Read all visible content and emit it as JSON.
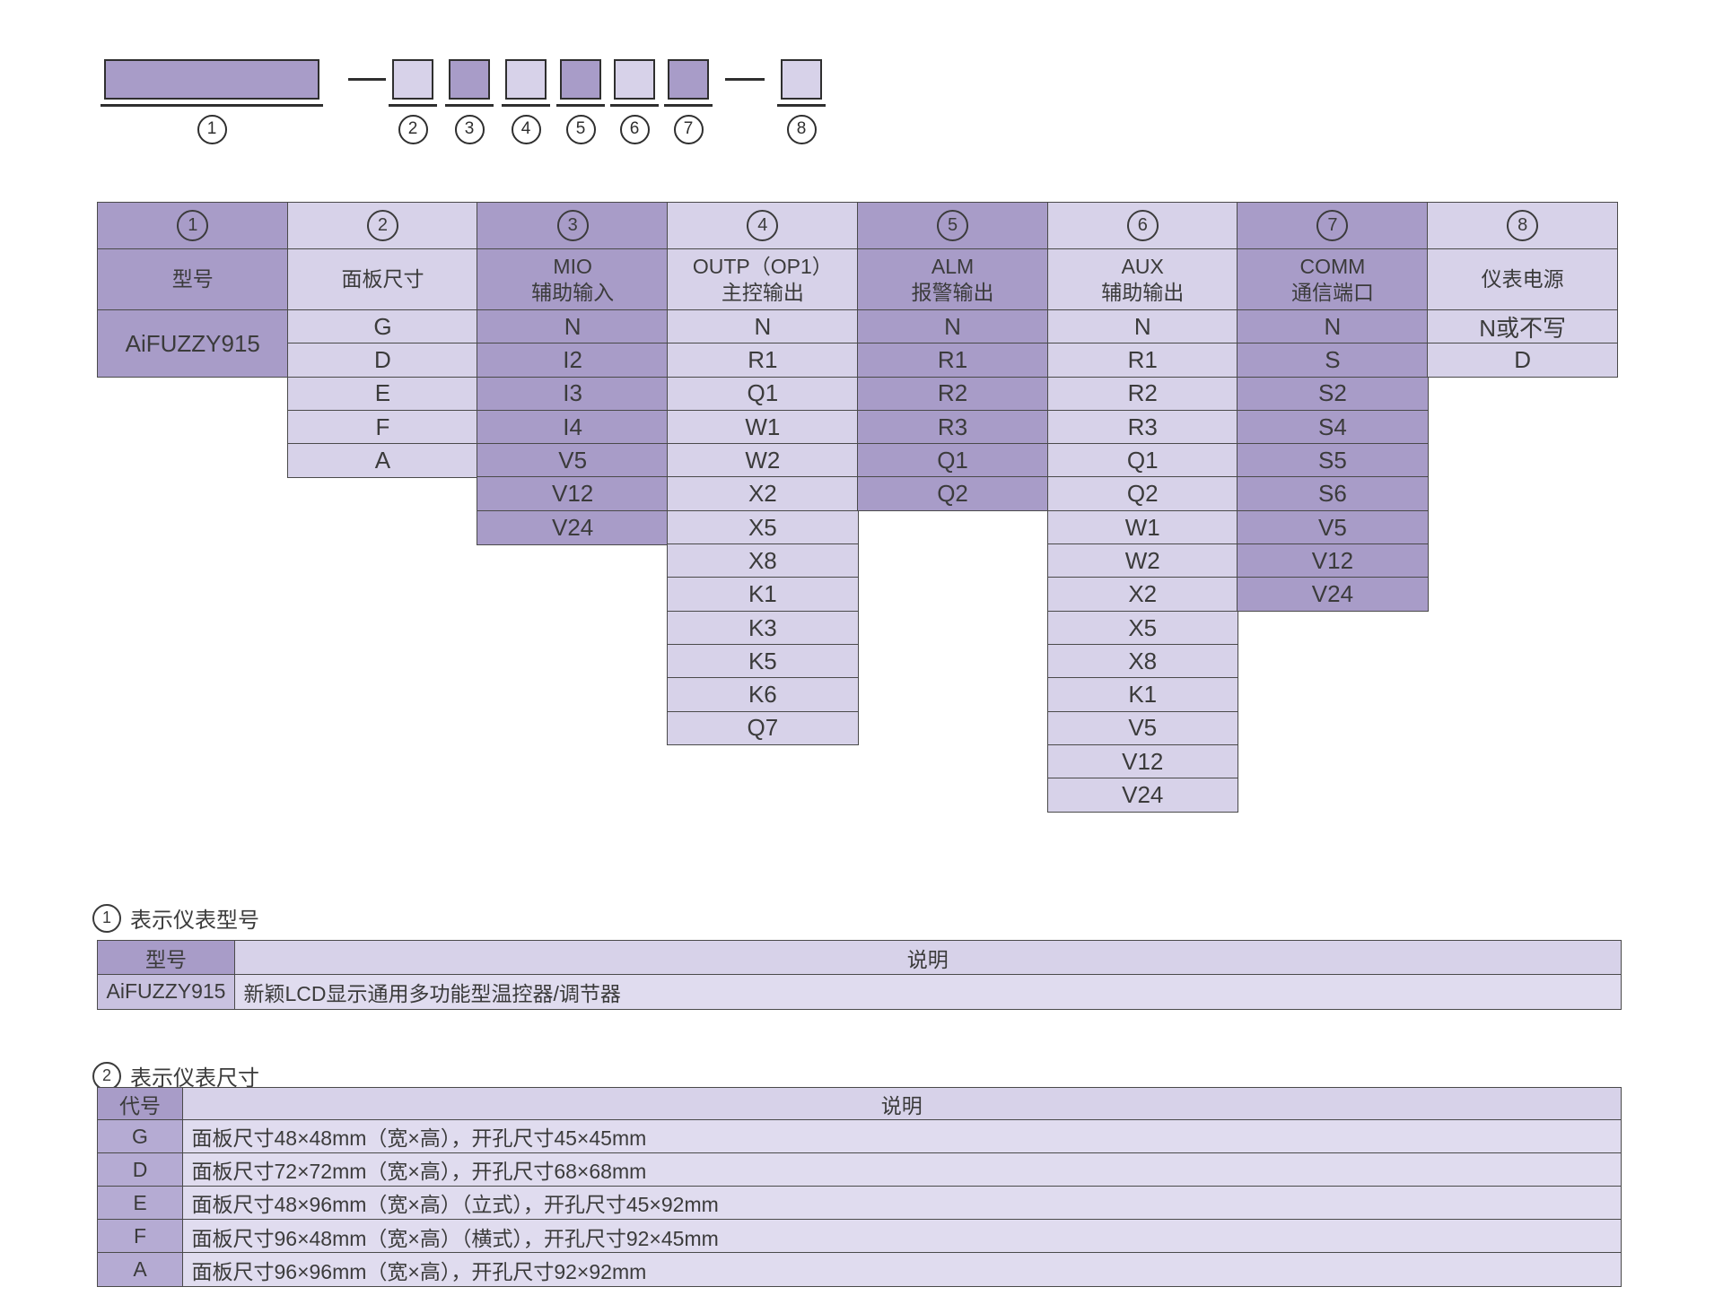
{
  "colors": {
    "dark": "#a89cc8",
    "light": "#d7d2e9",
    "mid": "#b5abd3",
    "mid2": "#c9c2e0",
    "xlight": "#e0dcef",
    "border": "#4a4a4a",
    "text": "#3b3b3b"
  },
  "top_diagram": {
    "boxes": [
      {
        "number": "1",
        "shade": "dark",
        "size": "big"
      },
      {
        "number": "2",
        "shade": "light",
        "size": "small"
      },
      {
        "number": "3",
        "shade": "dark",
        "size": "small"
      },
      {
        "number": "4",
        "shade": "light",
        "size": "small"
      },
      {
        "number": "5",
        "shade": "dark",
        "size": "small"
      },
      {
        "number": "6",
        "shade": "light",
        "size": "small"
      },
      {
        "number": "7",
        "shade": "dark",
        "size": "small"
      },
      {
        "number": "8",
        "shade": "light",
        "size": "small"
      }
    ]
  },
  "main_table": {
    "columns": [
      {
        "number": "1",
        "title_lines": [
          "型号"
        ],
        "shade": "dark",
        "values": [
          "AiFUZZY915"
        ],
        "value_rowspan": 2
      },
      {
        "number": "2",
        "title_lines": [
          "面板尺寸"
        ],
        "shade": "light",
        "values": [
          "G",
          "D",
          "E",
          "F",
          "A"
        ]
      },
      {
        "number": "3",
        "title_lines": [
          "MIO",
          "辅助输入"
        ],
        "shade": "dark",
        "values": [
          "N",
          "I2",
          "I3",
          "I4",
          "V5",
          "V12",
          "V24"
        ]
      },
      {
        "number": "4",
        "title_lines": [
          "OUTP（OP1）",
          "主控输出"
        ],
        "shade": "light",
        "values": [
          "N",
          "R1",
          "Q1",
          "W1",
          "W2",
          "X2",
          "X5",
          "X8",
          "K1",
          "K3",
          "K5",
          "K6",
          "Q7"
        ]
      },
      {
        "number": "5",
        "title_lines": [
          "ALM",
          "报警输出"
        ],
        "shade": "dark",
        "values": [
          "N",
          "R1",
          "R2",
          "R3",
          "Q1",
          "Q2"
        ]
      },
      {
        "number": "6",
        "title_lines": [
          "AUX",
          "辅助输出"
        ],
        "shade": "light",
        "values": [
          "N",
          "R1",
          "R2",
          "R3",
          "Q1",
          "Q2",
          "W1",
          "W2",
          "X2",
          "X5",
          "X8",
          "K1",
          "V5",
          "V12",
          "V24"
        ]
      },
      {
        "number": "7",
        "title_lines": [
          "COMM",
          "通信端口"
        ],
        "shade": "dark",
        "values": [
          "N",
          "S",
          "S2",
          "S4",
          "S5",
          "S6",
          "V5",
          "V12",
          "V24"
        ]
      },
      {
        "number": "8",
        "title_lines": [
          "仪表电源"
        ],
        "shade": "light",
        "values": [
          "N或不写",
          "D"
        ]
      }
    ]
  },
  "sections": [
    {
      "number": "1",
      "heading": "表示仪表型号",
      "table": {
        "headers": [
          "型号",
          "说明"
        ],
        "rows": [
          [
            "AiFUZZY915",
            "新颖LCD显示通用多功能型温控器/调节器"
          ]
        ]
      }
    },
    {
      "number": "2",
      "heading": "表示仪表尺寸",
      "table": {
        "headers": [
          "代号",
          "说明"
        ],
        "rows": [
          [
            "G",
            "面板尺寸48×48mm（宽×高），开孔尺寸45×45mm"
          ],
          [
            "D",
            "面板尺寸72×72mm（宽×高），开孔尺寸68×68mm"
          ],
          [
            "E",
            "面板尺寸48×96mm（宽×高）（立式），开孔尺寸45×92mm"
          ],
          [
            "F",
            "面板尺寸96×48mm（宽×高）（横式），开孔尺寸92×45mm"
          ],
          [
            "A",
            "面板尺寸96×96mm（宽×高），开孔尺寸92×92mm"
          ]
        ]
      }
    }
  ]
}
